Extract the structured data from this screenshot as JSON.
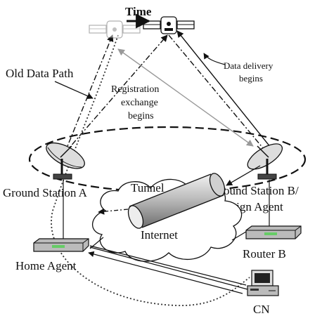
{
  "labels": {
    "time": "Time",
    "old_data_path": "Old Data Path",
    "data_delivery_1": "Data delivery",
    "data_delivery_2": "begins",
    "registration_1": "Registration",
    "registration_2": "exchange",
    "registration_3": "begins",
    "ground_station_a": "Ground Station A",
    "tunnel": "Tunnel",
    "ground_station_b_1": "Ground Station B/",
    "ground_station_b_2": "Foreign Agent",
    "internet": "Internet",
    "router_b": "Router B",
    "home_agent": "Home Agent",
    "cn": "CN"
  },
  "colors": {
    "line": "#111111",
    "faded": "#9a9a9a",
    "path": "#333333"
  }
}
